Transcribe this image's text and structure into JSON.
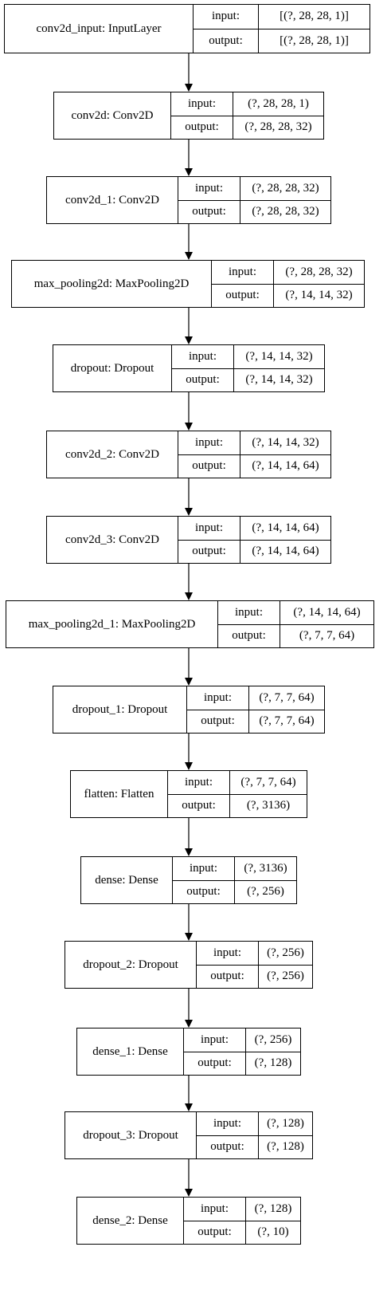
{
  "layers": [
    {
      "name": "conv2d_input: InputLayer",
      "input_label": "input:",
      "output_label": "output:",
      "input_shape": "[(?, 28, 28, 1)]",
      "output_shape": "[(?, 28, 28, 1)]"
    },
    {
      "name": "conv2d: Conv2D",
      "input_label": "input:",
      "output_label": "output:",
      "input_shape": "(?, 28, 28, 1)",
      "output_shape": "(?, 28, 28, 32)"
    },
    {
      "name": "conv2d_1: Conv2D",
      "input_label": "input:",
      "output_label": "output:",
      "input_shape": "(?, 28, 28, 32)",
      "output_shape": "(?, 28, 28, 32)"
    },
    {
      "name": "max_pooling2d: MaxPooling2D",
      "input_label": "input:",
      "output_label": "output:",
      "input_shape": "(?, 28, 28, 32)",
      "output_shape": "(?, 14, 14, 32)"
    },
    {
      "name": "dropout: Dropout",
      "input_label": "input:",
      "output_label": "output:",
      "input_shape": "(?, 14, 14, 32)",
      "output_shape": "(?, 14, 14, 32)"
    },
    {
      "name": "conv2d_2: Conv2D",
      "input_label": "input:",
      "output_label": "output:",
      "input_shape": "(?, 14, 14, 32)",
      "output_shape": "(?, 14, 14, 64)"
    },
    {
      "name": "conv2d_3: Conv2D",
      "input_label": "input:",
      "output_label": "output:",
      "input_shape": "(?, 14, 14, 64)",
      "output_shape": "(?, 14, 14, 64)"
    },
    {
      "name": "max_pooling2d_1: MaxPooling2D",
      "input_label": "input:",
      "output_label": "output:",
      "input_shape": "(?, 14, 14, 64)",
      "output_shape": "(?, 7, 7, 64)"
    },
    {
      "name": "dropout_1: Dropout",
      "input_label": "input:",
      "output_label": "output:",
      "input_shape": "(?, 7, 7, 64)",
      "output_shape": "(?, 7, 7, 64)"
    },
    {
      "name": "flatten: Flatten",
      "input_label": "input:",
      "output_label": "output:",
      "input_shape": "(?, 7, 7, 64)",
      "output_shape": "(?, 3136)"
    },
    {
      "name": "dense: Dense",
      "input_label": "input:",
      "output_label": "output:",
      "input_shape": "(?, 3136)",
      "output_shape": "(?, 256)"
    },
    {
      "name": "dropout_2: Dropout",
      "input_label": "input:",
      "output_label": "output:",
      "input_shape": "(?, 256)",
      "output_shape": "(?, 256)"
    },
    {
      "name": "dense_1: Dense",
      "input_label": "input:",
      "output_label": "output:",
      "input_shape": "(?, 256)",
      "output_shape": "(?, 128)"
    },
    {
      "name": "dropout_3: Dropout",
      "input_label": "input:",
      "output_label": "output:",
      "input_shape": "(?, 128)",
      "output_shape": "(?, 128)"
    },
    {
      "name": "dense_2: Dense",
      "input_label": "input:",
      "output_label": "output:",
      "input_shape": "(?, 128)",
      "output_shape": "(?, 10)"
    }
  ],
  "colors": {
    "line": "#000000",
    "background": "#ffffff"
  }
}
